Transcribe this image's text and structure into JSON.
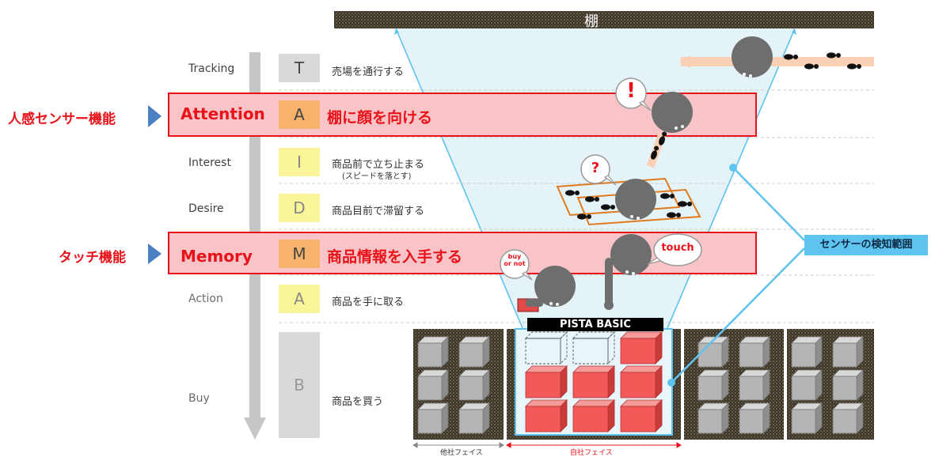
{
  "shelf_label": "棚",
  "side_labels": {
    "attention": "人感センサー機能",
    "memory": "タッチ機能"
  },
  "stages": [
    {
      "label": "Tracking",
      "letter": "T",
      "desc": "売場を通行する"
    },
    {
      "label": "Attention",
      "letter": "A",
      "desc": "棚に顔を向ける"
    },
    {
      "label": "Interest",
      "letter": "I",
      "desc": "商品前で立ち止まる",
      "desc_sub": "(スピードを落とす)"
    },
    {
      "label": "Desire",
      "letter": "D",
      "desc": "商品目前で滞留する"
    },
    {
      "label": "Memory",
      "letter": "M",
      "desc": "商品情報を入手する"
    },
    {
      "label": "Action",
      "letter": "A",
      "desc": "商品を手に取る"
    },
    {
      "label": "Buy",
      "letter": "B",
      "desc": "商品を買う"
    }
  ],
  "bubbles": {
    "exclaim": "!",
    "question": "?",
    "touch": "touch",
    "buy_or_not": "buy or not"
  },
  "device_label": "PISTA BASIC",
  "sensor_callout": "センサーの検知範囲",
  "face_labels": {
    "other": "他社フェイス",
    "own": "自社フェイス"
  },
  "colors": {
    "highlight_band": "#f8c4c8",
    "highlight_border": "#e8131a",
    "accent_text": "#e8131a",
    "callout_bg": "#5ec3ee",
    "sensor_cone": "#dff1f7",
    "product_red": "#f25a5a",
    "product_gray": "#b0b0b0",
    "footprint_band": "#fbd1b5",
    "desire_outline": "#e07a1e"
  }
}
